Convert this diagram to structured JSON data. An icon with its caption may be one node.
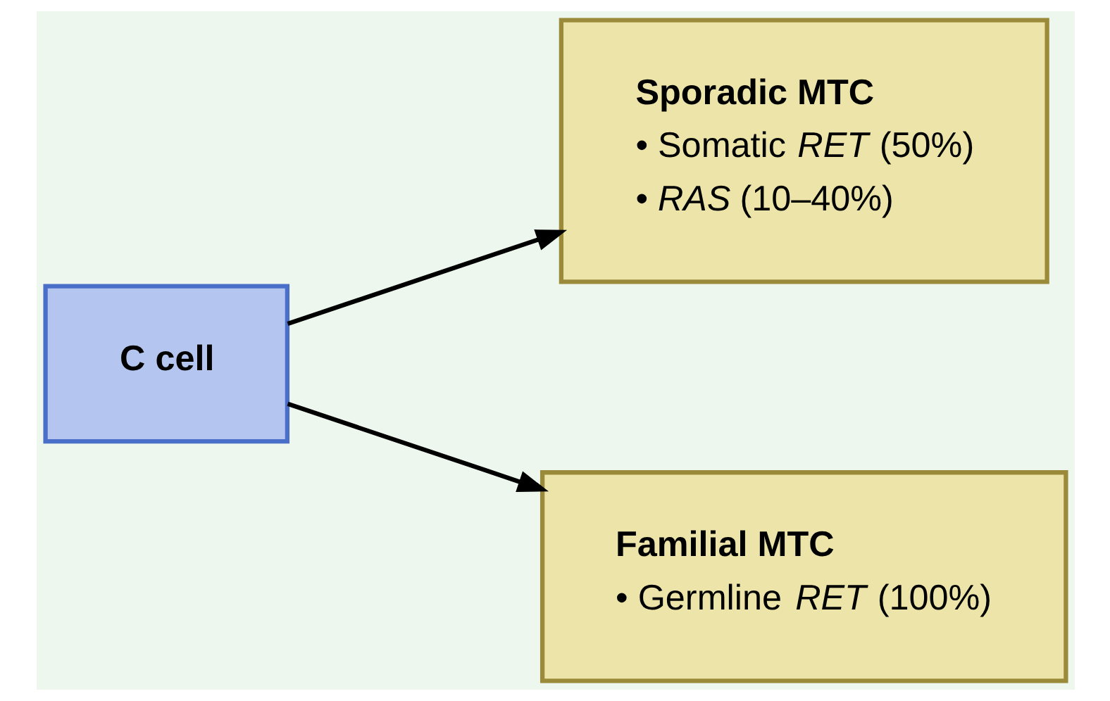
{
  "diagram": {
    "nodes": [
      {
        "text": [
          "C cell"
        ]
      },
      {
        "text": [
          "Sporadic MTC",
          "• Somatic *RET* (50%)",
          "• *RAS* (10–40%)"
        ]
      },
      {
        "text": [
          "Familial MTC",
          "• Germline *RET* (100%)"
        ]
      }
    ],
    "edges": [
      {
        "from": 0,
        "to": 1,
        "arrow": "to"
      },
      {
        "from": 0,
        "to": 2,
        "arrow": "to"
      }
    ]
  }
}
